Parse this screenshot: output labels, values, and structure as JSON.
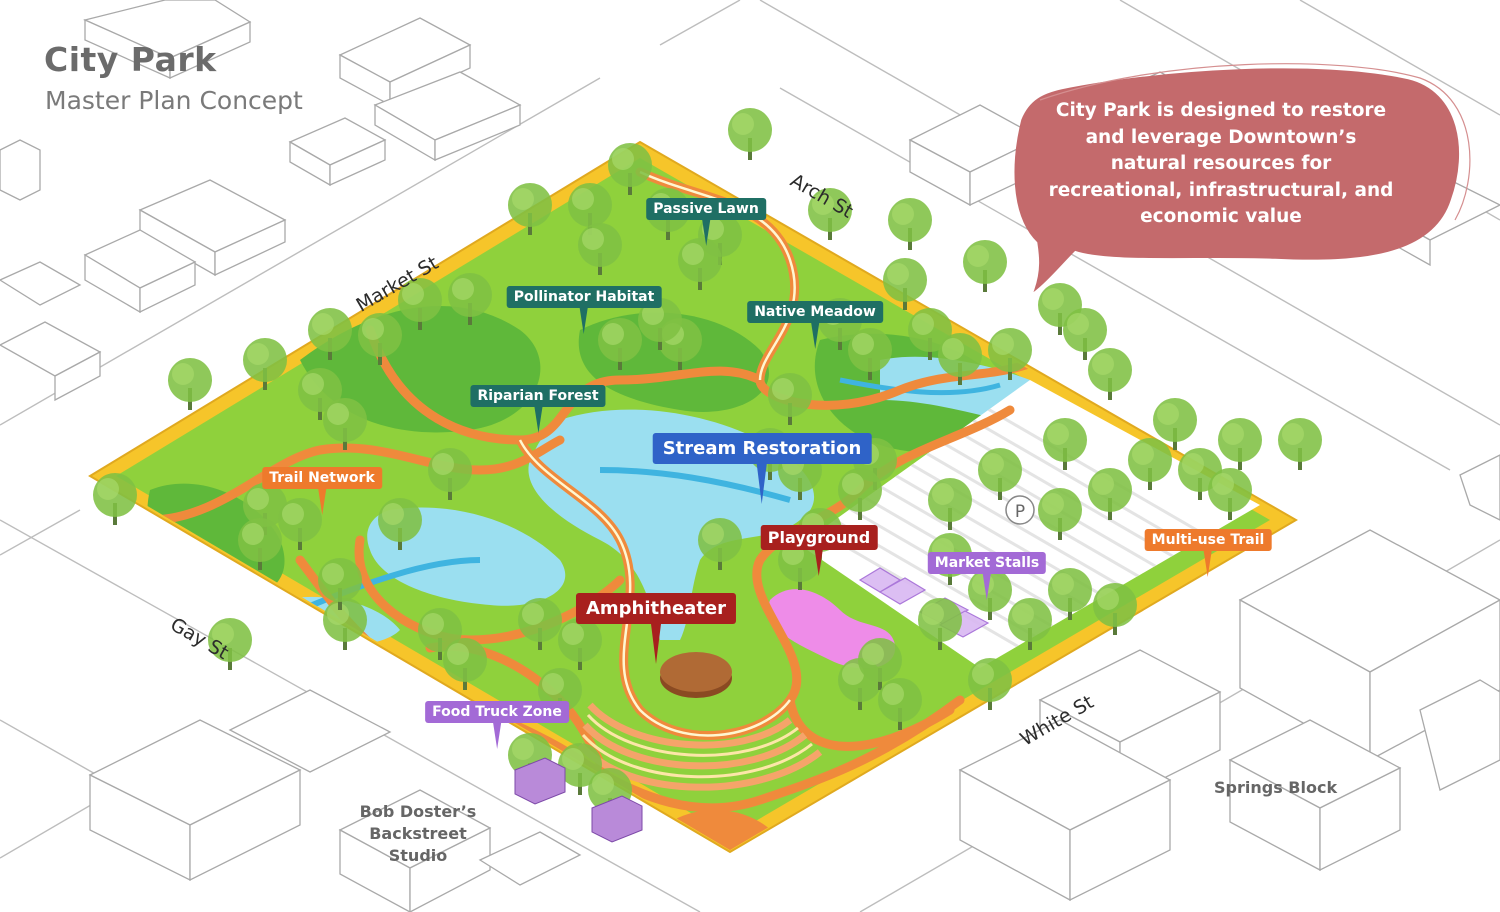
{
  "header": {
    "title": "City Park",
    "subtitle": "Master Plan Concept"
  },
  "callout": {
    "text_lines": [
      "City Park is designed to restore",
      "and leverage Downtown’s",
      "natural resources for",
      "recreational, infrastructural, and",
      "economic value"
    ]
  },
  "streets": {
    "market": "Market St",
    "arch": "Arch St",
    "gay": "Gay St",
    "white": "White St"
  },
  "places": {
    "springs_block": "Springs Block",
    "bob_doster_line1": "Bob Doster’s",
    "bob_doster_line2": "Backstreet Studio",
    "parking_symbol": "P"
  },
  "features": {
    "passive_lawn": "Passive Lawn",
    "pollinator_habitat": "Pollinator Habitat",
    "native_meadow": "Native Meadow",
    "riparian_forest": "Riparian Forest",
    "stream_restoration": "Stream Restoration",
    "trail_network": "Trail Network",
    "playground": "Playground",
    "market_stalls": "Market Stalls",
    "multi_use_trail": "Multi-use Trail",
    "amphitheater": "Amphitheater",
    "food_truck_zone": "Food Truck Zone"
  },
  "colors": {
    "ecology_tag": "#1f6f64",
    "trail_tag": "#ee7a2c",
    "stream_tag": "#2f63c8",
    "civic_tag": "#a8201e",
    "commerce_tag": "#a36ad6",
    "callout_fill": "#c46a6c",
    "park_green": "#8fd13c",
    "water": "#9bdff0",
    "path_orange": "#ef8a3c",
    "edge_yellow": "#f6c52a"
  }
}
